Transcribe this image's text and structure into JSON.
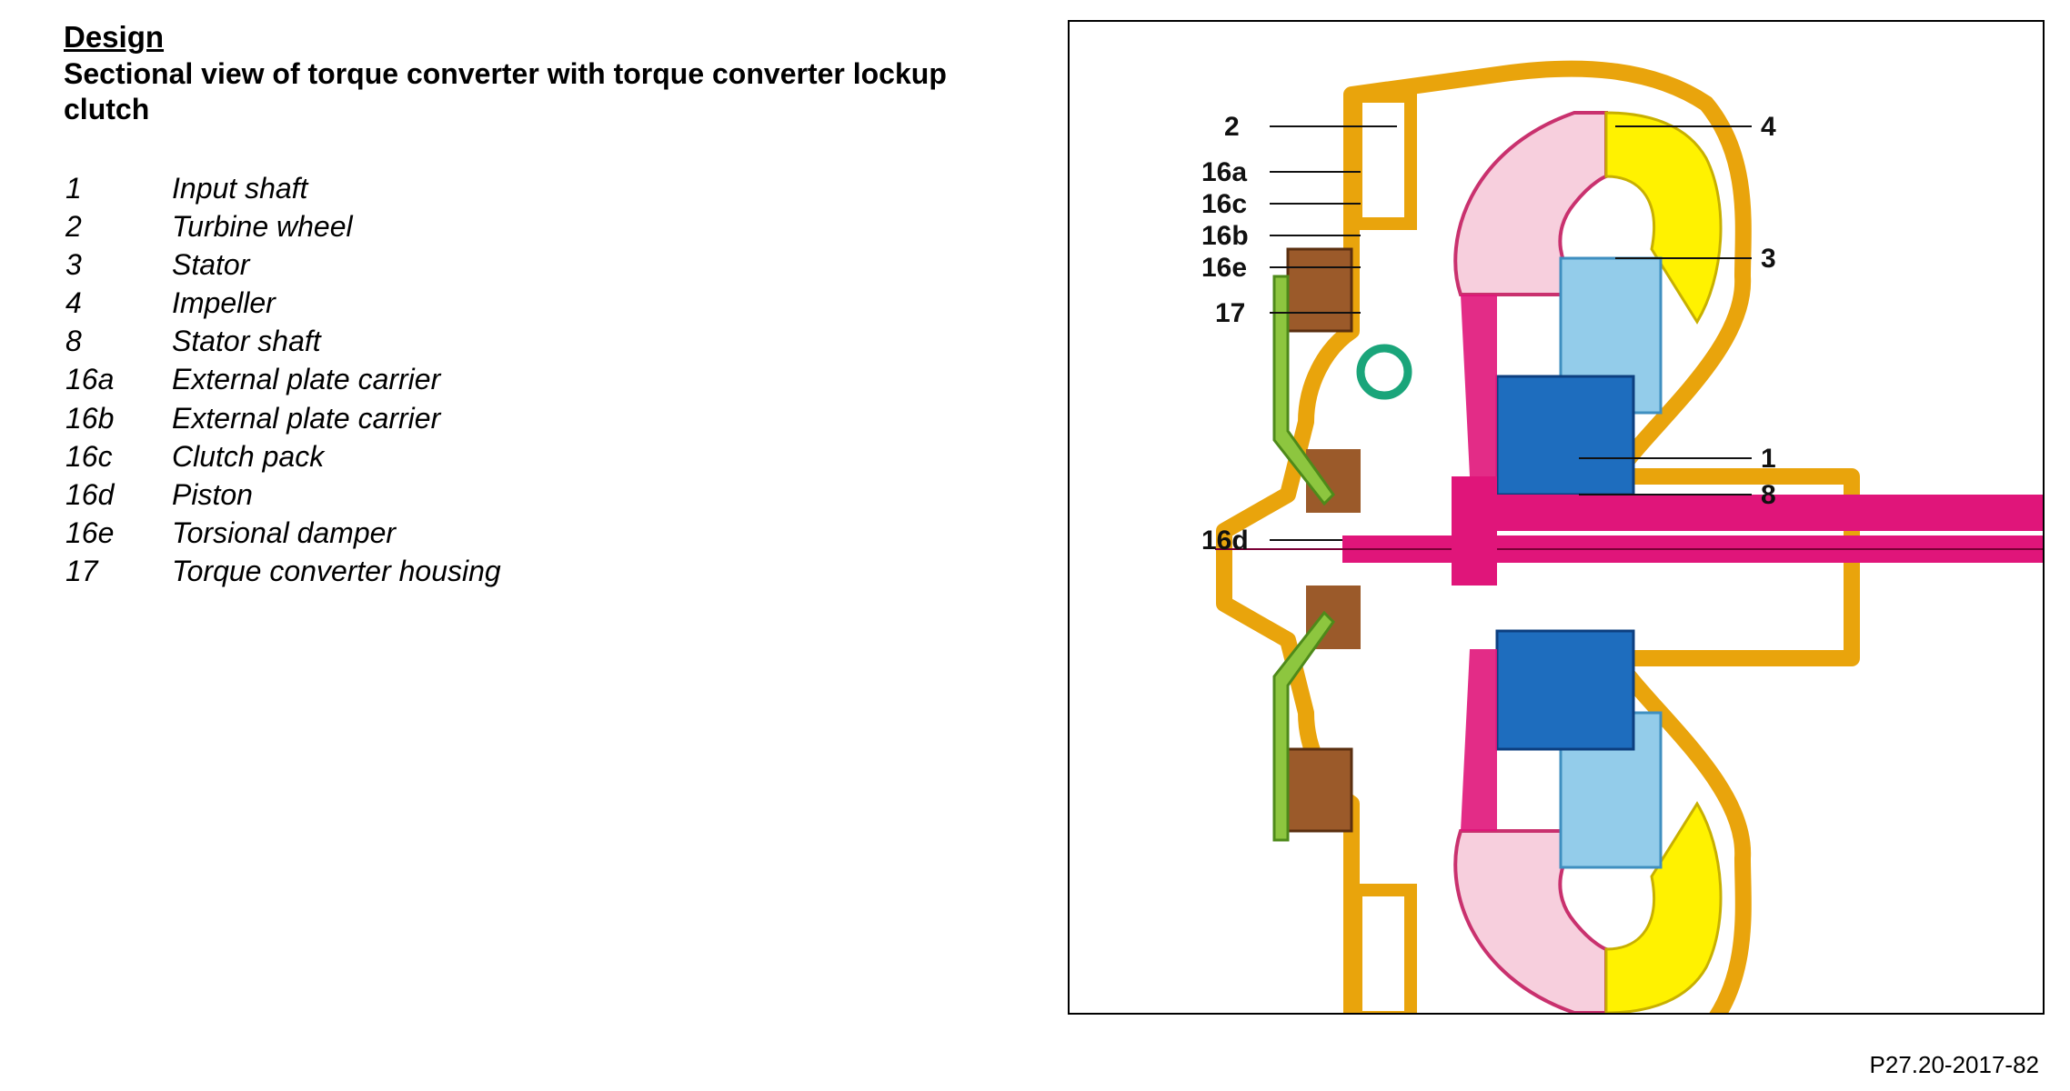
{
  "heading": "Design",
  "subtitle": "Sectional view of  torque converter with torque converter lockup clutch",
  "legend": [
    {
      "num": "1",
      "label": "Input shaft"
    },
    {
      "num": "2",
      "label": "Turbine wheel"
    },
    {
      "num": "3",
      "label": "Stator"
    },
    {
      "num": "4",
      "label": "Impeller"
    },
    {
      "num": "8",
      "label": "Stator shaft"
    },
    {
      "num": "16a",
      "label": "External plate carrier"
    },
    {
      "num": "16b",
      "label": "External plate carrier"
    },
    {
      "num": "16c",
      "label": "Clutch pack"
    },
    {
      "num": "16d",
      "label": "Piston"
    },
    {
      "num": "16e",
      "label": "Torsional damper"
    },
    {
      "num": "17",
      "label": "Torque converter housing"
    }
  ],
  "callouts": {
    "c2": "2",
    "c4": "4",
    "c16a": "16a",
    "c16c": "16c",
    "c16b": "16b",
    "c16e": "16e",
    "c3": "3",
    "c17": "17",
    "c1": "1",
    "c8": "8",
    "c16d": "16d"
  },
  "figure_ref": "P27.20-2017-82",
  "colors": {
    "housing": "#E9A40C",
    "turbine": "#F7CFDD",
    "impeller": "#FFF200",
    "stator": "#93CCEA",
    "stator_hub": "#1E6DBE",
    "shaft": "#E0157A",
    "clutch": "#9B5A2A",
    "piston": "#8DC63F",
    "damper": "#1AA57A"
  }
}
